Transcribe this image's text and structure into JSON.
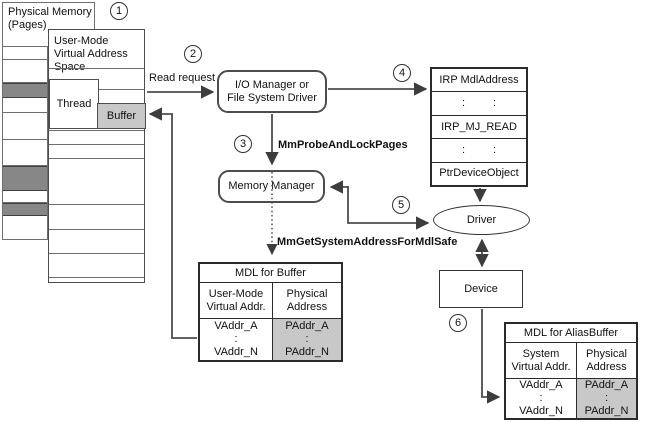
{
  "physical_memory_label": "Physical Memory (Pages)",
  "user_mode": {
    "label": "User-Mode Virtual Address Space",
    "thread": "Thread",
    "buffer": "Buffer"
  },
  "steps": [
    "1",
    "2",
    "3",
    "4",
    "5",
    "6"
  ],
  "labels": {
    "read_request": "Read request",
    "mm_probe": "MmProbeAndLockPages",
    "mm_get": "MmGetSystemAddressForMdlSafe"
  },
  "io_manager": "I/O Manager or File System Driver",
  "memory_manager": "Memory Manager",
  "irp": {
    "row1": "IRP MdlAddress",
    "colon": ":",
    "row3": "IRP_MJ_READ",
    "row5": "PtrDeviceObject"
  },
  "driver": "Driver",
  "device": "Device",
  "mdl_buffer": {
    "title": "MDL for Buffer",
    "left_header": "User-Mode Virtual Addr.",
    "right_header": "Physical Address",
    "left_rows": [
      "VAddr_A",
      ":",
      "VAddr_N"
    ],
    "right_rows": [
      "PAddr_A",
      ":",
      "PAddr_N"
    ]
  },
  "mdl_alias": {
    "title": "MDL for AliasBuffer",
    "left_header": "System Virtual Addr.",
    "right_header": "Physical Address",
    "left_rows": [
      "VAddr_A",
      ":",
      "VAddr_N"
    ],
    "right_rows": [
      "PAddr_A",
      ":",
      "PAddr_N"
    ]
  },
  "colors": {
    "shaded_light": "#c8c8c8",
    "shaded_dark": "#878787",
    "connector": "#4d4d4d"
  }
}
